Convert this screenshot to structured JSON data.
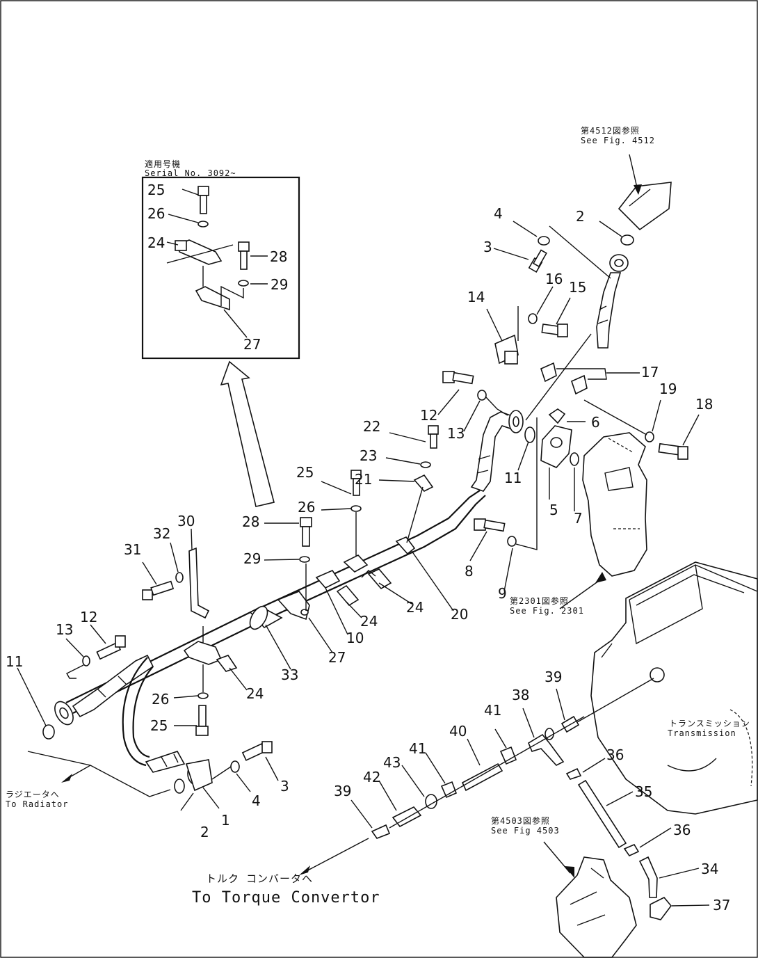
{
  "callouts": [
    {
      "id": "c1",
      "text": "1"
    },
    {
      "id": "c2",
      "text": "2"
    },
    {
      "id": "c3",
      "text": "3"
    },
    {
      "id": "c4",
      "text": "4"
    },
    {
      "id": "c5",
      "text": "5"
    },
    {
      "id": "c6",
      "text": "6"
    },
    {
      "id": "c7",
      "text": "7"
    },
    {
      "id": "c8",
      "text": "8"
    },
    {
      "id": "c9",
      "text": "9"
    },
    {
      "id": "c10",
      "text": "10"
    },
    {
      "id": "c11",
      "text": "11"
    },
    {
      "id": "c12",
      "text": "12"
    },
    {
      "id": "c13",
      "text": "13"
    },
    {
      "id": "c14",
      "text": "14"
    },
    {
      "id": "c15",
      "text": "15"
    },
    {
      "id": "c16",
      "text": "16"
    },
    {
      "id": "c17",
      "text": "17"
    },
    {
      "id": "c18",
      "text": "18"
    },
    {
      "id": "c19",
      "text": "19"
    },
    {
      "id": "c20",
      "text": "20"
    },
    {
      "id": "c21",
      "text": "21"
    },
    {
      "id": "c22",
      "text": "22"
    },
    {
      "id": "c23",
      "text": "23"
    },
    {
      "id": "c24",
      "text": "24"
    },
    {
      "id": "c25",
      "text": "25"
    },
    {
      "id": "c26",
      "text": "26"
    },
    {
      "id": "c27",
      "text": "27"
    },
    {
      "id": "c28",
      "text": "28"
    },
    {
      "id": "c29",
      "text": "29"
    },
    {
      "id": "c30",
      "text": "30"
    },
    {
      "id": "c31",
      "text": "31"
    },
    {
      "id": "c32",
      "text": "32"
    },
    {
      "id": "c33",
      "text": "33"
    },
    {
      "id": "c34",
      "text": "34"
    },
    {
      "id": "c35",
      "text": "35"
    },
    {
      "id": "c36",
      "text": "36"
    },
    {
      "id": "c37",
      "text": "37"
    },
    {
      "id": "c38",
      "text": "38"
    },
    {
      "id": "c39",
      "text": "39"
    },
    {
      "id": "c40",
      "text": "40"
    },
    {
      "id": "c41",
      "text": "41"
    },
    {
      "id": "c42",
      "text": "42"
    },
    {
      "id": "c43",
      "text": "43"
    }
  ],
  "notes": {
    "inset_jp": "適用号機",
    "inset_en": "Serial No. 3092~",
    "fig4512_jp": "第4512図参照",
    "fig4512_en": "See Fig. 4512",
    "fig2301_jp": "第2301図参照",
    "fig2301_en": "See Fig. 2301",
    "fig4503_jp": "第4503図参照",
    "fig4503_en": "See Fig 4503",
    "radiator_jp": "ラジエータへ",
    "radiator_en": "To Radiator",
    "transmission_jp": "トランスミッション",
    "transmission_en": "Transmission",
    "torque_jp": "トルク コンバータへ",
    "torque_en": "To Torque Convertor"
  }
}
